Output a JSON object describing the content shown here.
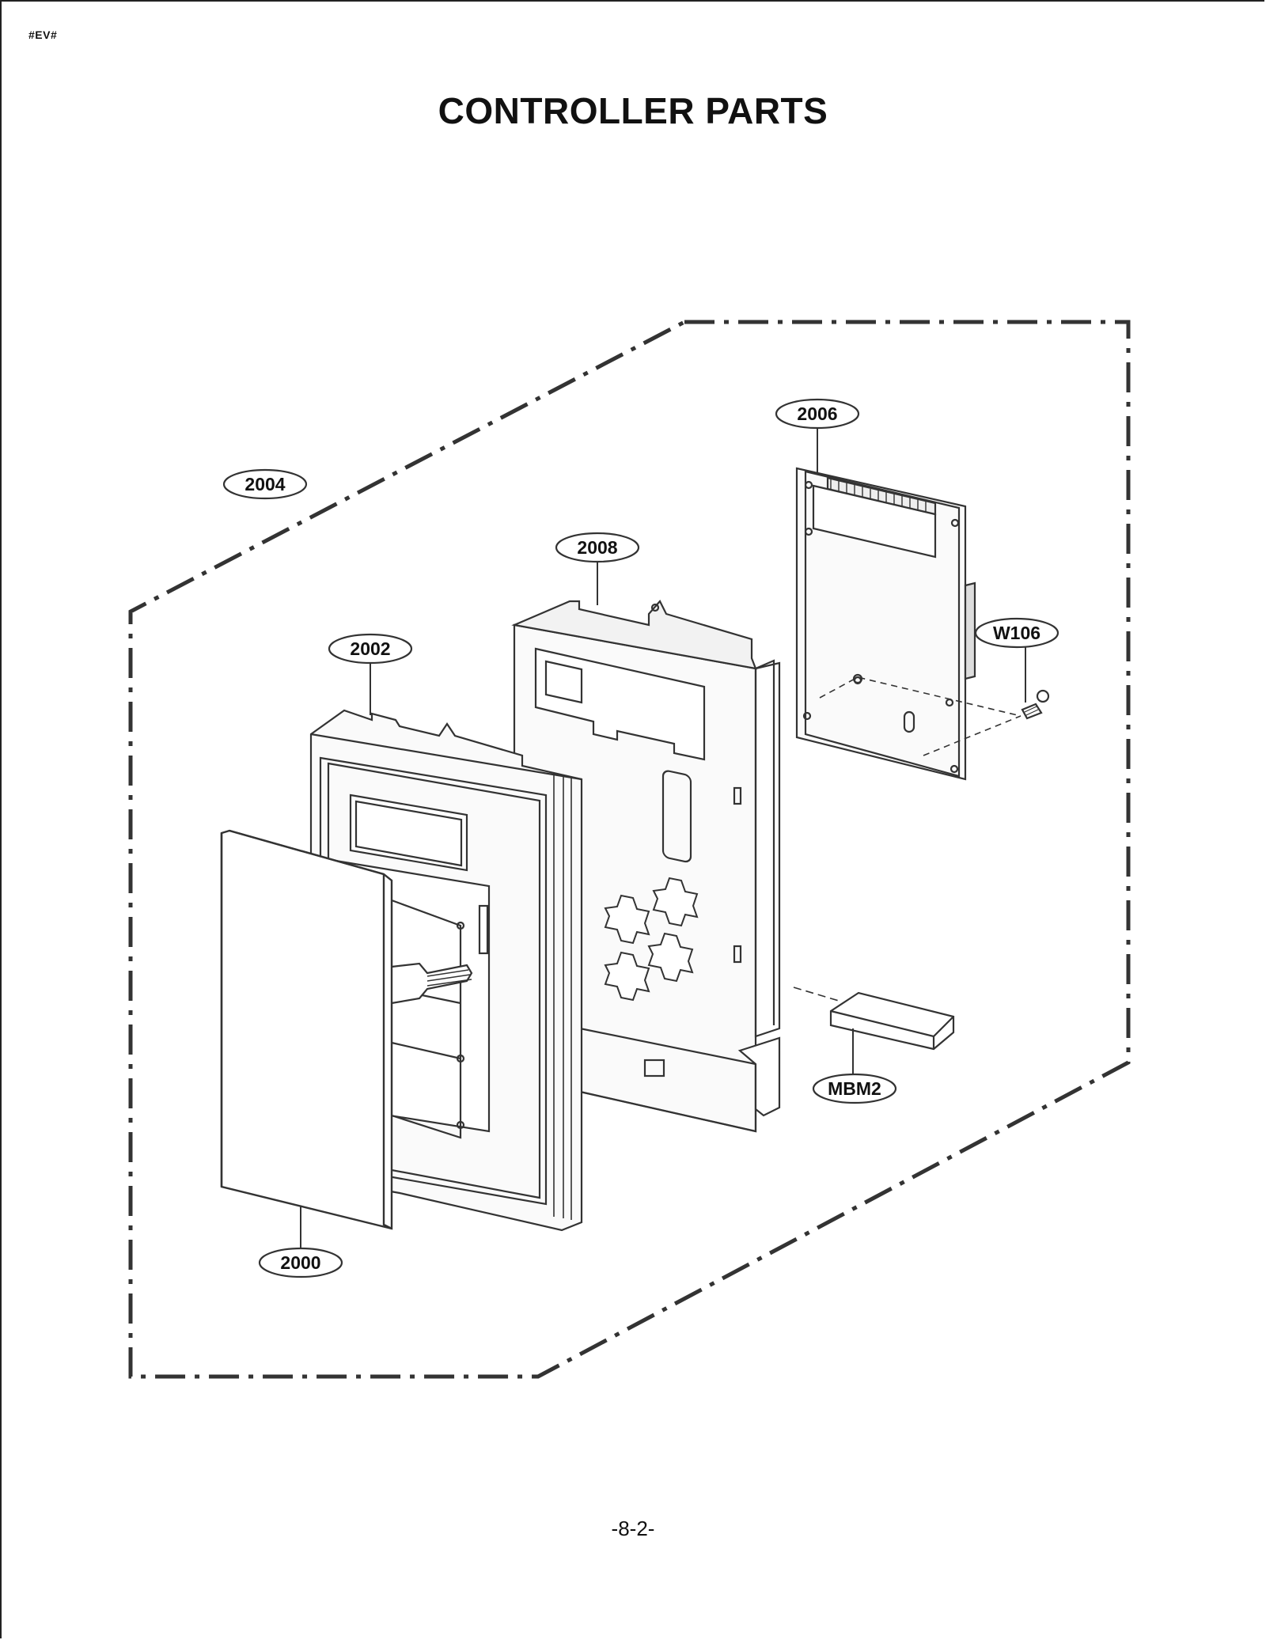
{
  "header": {
    "tag": "#EV#",
    "title": "CONTROLLER PARTS"
  },
  "diagram": {
    "callouts": {
      "c2006": "2006",
      "c2004": "2004",
      "c2008": "2008",
      "c2002": "2002",
      "cW106": "W106",
      "cMBM2": "MBM2",
      "c2000": "2000"
    }
  },
  "footer": {
    "page_number": "-8-2-"
  }
}
